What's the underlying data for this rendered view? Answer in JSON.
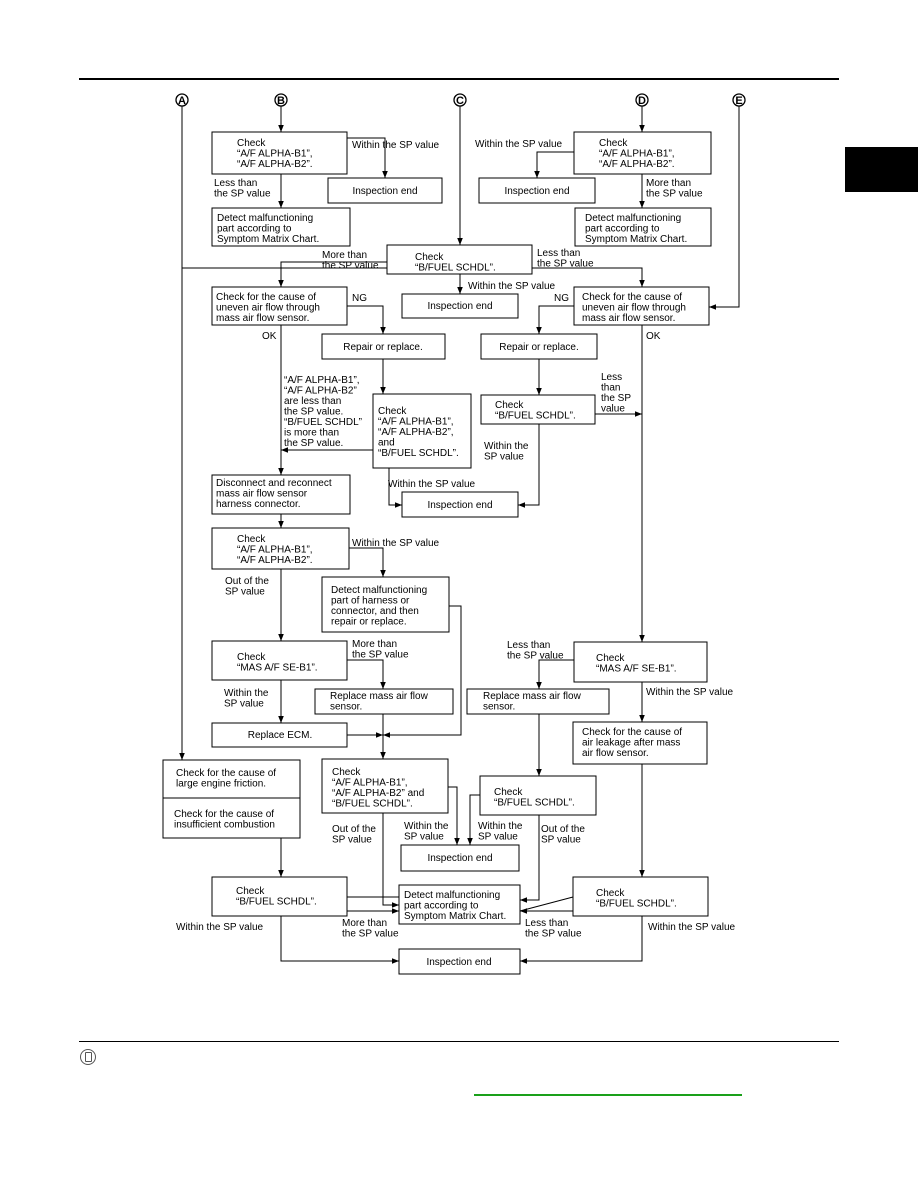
{
  "connectors": {
    "a": "A",
    "b": "B",
    "c": "C",
    "d": "D",
    "e": "E"
  },
  "boxes": {
    "b_check": [
      "Check",
      "“A/F ALPHA-B1”,",
      "“A/F ALPHA-B2”."
    ],
    "b_end": [
      "Inspection end"
    ],
    "b_detect": [
      "Detect malfunctioning",
      "part according to",
      "Symptom Matrix Chart."
    ],
    "d_check": [
      "Check",
      "“A/F ALPHA-B1”,",
      "“A/F ALPHA-B2”."
    ],
    "d_end": [
      "Inspection end"
    ],
    "d_detect": [
      "Detect malfunctioning",
      "part according to",
      "Symptom Matrix Chart."
    ],
    "c_check": [
      "Check",
      "“B/FUEL SCHDL”."
    ],
    "c_end": [
      "Inspection end"
    ],
    "l_uneven": [
      "Check for the cause of",
      "uneven air flow through",
      "mass air flow sensor."
    ],
    "r_uneven": [
      "Check for the cause of",
      "uneven air flow through",
      "mass air flow sensor."
    ],
    "l_repair": [
      "Repair or replace."
    ],
    "r_repair": [
      "Repair or replace."
    ],
    "l_check3": [
      "Check",
      "“A/F ALPHA-B1”,",
      "“A/F ALPHA-B2”,",
      "and",
      "“B/FUEL SCHDL”."
    ],
    "r_fuel": [
      "Check",
      "“B/FUEL SCHDL”."
    ],
    "mid_end": [
      "Inspection end"
    ],
    "l_disconnect": [
      "Disconnect and reconnect",
      "mass air flow sensor",
      "harness connector."
    ],
    "l_check_ab": [
      "Check",
      "“A/F ALPHA-B1”,",
      "“A/F ALPHA-B2”."
    ],
    "l_detect_harness": [
      "Detect malfunctioning",
      "part of harness or",
      "connector, and then",
      "repair or replace."
    ],
    "l_mas": [
      "Check",
      "“MAS A/F SE-B1”."
    ],
    "l_replace_maf": [
      "Replace mass air flow",
      "sensor."
    ],
    "l_replace_ecm": [
      "Replace ECM."
    ],
    "l_friction": [
      "Check for the cause of",
      "large engine friction."
    ],
    "l_combustion": [
      "Check for the cause of",
      "insufficient combustion"
    ],
    "c_check3": [
      "Check",
      "“A/F ALPHA-B1”,",
      "“A/F ALPHA-B2” and",
      "“B/FUEL SCHDL”."
    ],
    "r_mas": [
      "Check",
      "“MAS A/F SE-B1”."
    ],
    "r_replace_maf": [
      "Replace mass air flow",
      "sensor."
    ],
    "r_leak": [
      "Check for the cause of",
      "air leakage after mass",
      "air flow sensor."
    ],
    "c_fuel2": [
      "Check",
      "“B/FUEL SCHDL”."
    ],
    "end2": [
      "Inspection end"
    ],
    "l_fuel_bottom": [
      "Check",
      "“B/FUEL SCHDL”."
    ],
    "detect_bottom": [
      "Detect malfunctioning",
      "part  according to",
      "Symptom Matrix Chart."
    ],
    "r_fuel_bottom": [
      "Check",
      "“B/FUEL SCHDL”."
    ],
    "end_final": [
      "Inspection end"
    ]
  },
  "labels": {
    "b_within": [
      "Within the SP value"
    ],
    "b_less": [
      "Less than",
      "the SP value"
    ],
    "d_within": [
      "Within the SP value"
    ],
    "d_more": [
      "More than",
      "the SP value"
    ],
    "c_more": [
      "More than",
      "the SP value"
    ],
    "c_less": [
      "Less than",
      "the SP value"
    ],
    "c_within": [
      "Within the SP value"
    ],
    "l_ng": [
      "NG"
    ],
    "r_ng": [
      "NG"
    ],
    "l_ok": [
      "OK"
    ],
    "r_ok": [
      "OK"
    ],
    "l_cond": [
      "“A/F ALPHA-B1”,",
      "“A/F ALPHA-B2”",
      "are less than",
      "the SP value.",
      "“B/FUEL SCHDL”",
      "is more than",
      "the SP value."
    ],
    "r_less": [
      "Less",
      "than",
      "the SP",
      "value"
    ],
    "r_within": [
      "Within the",
      "SP value"
    ],
    "l_within3": [
      "Within the SP value"
    ],
    "l_within_ab": [
      "Within the SP value"
    ],
    "l_out": [
      "Out of the",
      "SP value"
    ],
    "l_mas_more": [
      "More than",
      "the SP value"
    ],
    "l_mas_within": [
      "Within the",
      "SP value"
    ],
    "r_mas_less": [
      "Less than",
      "the SP value"
    ],
    "r_mas_within": [
      "Within the SP value"
    ],
    "c3_out": [
      "Out of the",
      "SP value"
    ],
    "c3_within": [
      "Within the",
      "SP value"
    ],
    "cf2_within": [
      "Within the",
      "SP value"
    ],
    "cf2_out": [
      "Out of the",
      "SP value"
    ],
    "lfb_within": [
      "Within the SP value"
    ],
    "lfb_more": [
      "More than",
      "the SP value"
    ],
    "rfb_less": [
      "Less than",
      "the SP value"
    ],
    "rfb_within": [
      "Within the SP value"
    ]
  }
}
